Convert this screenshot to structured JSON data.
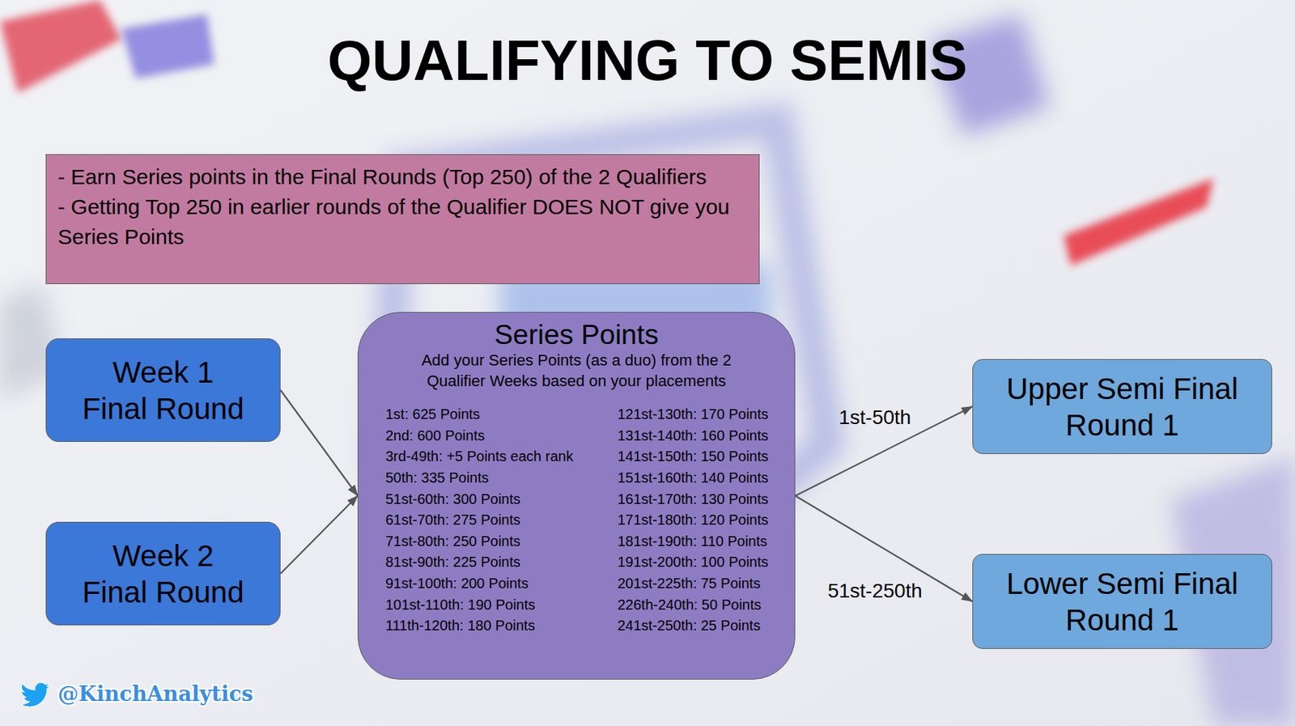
{
  "diagram": {
    "title": "QUALIFYING TO SEMIS",
    "nodes": [
      {
        "text": [
          "- Earn Series points in the Final Rounds (Top 250) of the 2 Qualifiers",
          "- Getting Top 250 in earlier rounds of the Qualifier DOES NOT give you Series Points"
        ]
      },
      {
        "text": [
          "Week 1 Final Round"
        ]
      },
      {
        "text": [
          "Week 2 Final Round"
        ]
      },
      {
        "text": [
          "Series Points",
          "Add your Series Points (as a duo) from the 2 Qualifier Weeks based on your placements",
          "1st: 625 Points",
          "2nd: 600 Points",
          "3rd-49th: +5 Points each rank",
          "50th: 335 Points",
          "51st-60th: 300 Points",
          "61st-70th: 275 Points",
          "71st-80th: 250 Points",
          "81st-90th: 225 Points",
          "91st-100th: 200 Points",
          "101st-110th: 190 Points",
          "111th-120th: 180 Points",
          "121st-130th: 170 Points",
          "131st-140th: 160 Points",
          "141st-150th: 150 Points",
          "151st-160th: 140 Points",
          "161st-170th: 130 Points",
          "171st-180th: 120 Points",
          "181st-190th: 110 Points",
          "191st-200th: 100 Points",
          "201st-225th: 75 Points",
          "226th-240th: 50 Points",
          "241st-250th: 25 Points"
        ]
      },
      {
        "text": [
          "Upper Semi Final Round 1"
        ]
      },
      {
        "text": [
          "Lower Semi Final Round 1"
        ]
      }
    ],
    "edges": [
      {
        "from": 1,
        "to": 3,
        "arrow": "to"
      },
      {
        "from": 2,
        "to": 3,
        "arrow": "to"
      },
      {
        "from": 3,
        "to": 4,
        "label": "1st-50th",
        "arrow": "to"
      },
      {
        "from": 3,
        "to": 5,
        "label": "51st-250th",
        "arrow": "to"
      }
    ],
    "labels": [
      "@KinchAnalytics"
    ]
  }
}
